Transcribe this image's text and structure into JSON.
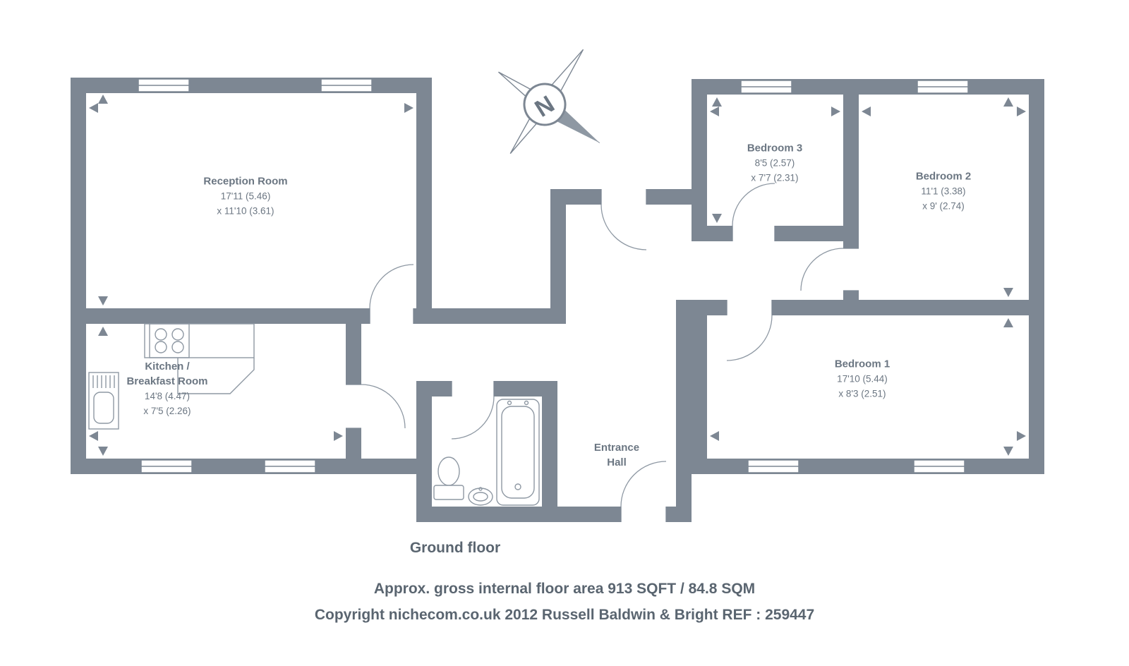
{
  "rooms": {
    "reception": {
      "name": "Reception Room",
      "dim1": "17'11 (5.46)",
      "dim2": "x 11'10 (3.61)"
    },
    "kitchen": {
      "name1": "Kitchen /",
      "name2": "Breakfast Room",
      "dim1": "14'8 (4.47)",
      "dim2": "x 7'5 (2.26)"
    },
    "bedroom3": {
      "name": "Bedroom 3",
      "dim1": "8'5 (2.57)",
      "dim2": "x 7'7 (2.31)"
    },
    "bedroom2": {
      "name": "Bedroom 2",
      "dim1": "11'1 (3.38)",
      "dim2": "x 9' (2.74)"
    },
    "bedroom1": {
      "name": "Bedroom 1",
      "dim1": "17'10 (5.44)",
      "dim2": "x 8'3 (2.51)"
    },
    "entrance_hall": {
      "name1": "Entrance",
      "name2": "Hall"
    }
  },
  "floor_label": "Ground floor",
  "footer": {
    "area_line": "Approx. gross internal floor area 913 SQFT / 84.8 SQM",
    "copyright_line": "Copyright nichecom.co.uk 2012 Russell Baldwin & Bright REF : 259447"
  },
  "compass": {
    "letter": "N"
  },
  "colors": {
    "wall": "#7d8793",
    "fixture_stroke": "#8e98a3",
    "label_text": "#6b7682",
    "footer_text": "#5a6570"
  }
}
